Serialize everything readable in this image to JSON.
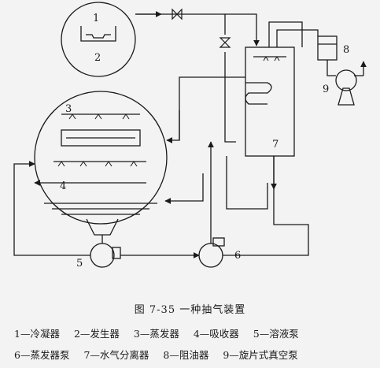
{
  "figure": {
    "caption": "图 7-35  一种抽气装置",
    "labels": [
      "1",
      "2",
      "3",
      "4",
      "5",
      "6",
      "7",
      "8",
      "9"
    ],
    "legend_row1": [
      "1—冷凝器",
      "2—发生器",
      "3—蒸发器",
      "4—吸收器",
      "5—溶液泵"
    ],
    "legend_row2": [
      "6—蒸发器泵",
      "7—水气分离器",
      "8—阻油器",
      "9—旋片式真空泵"
    ]
  }
}
